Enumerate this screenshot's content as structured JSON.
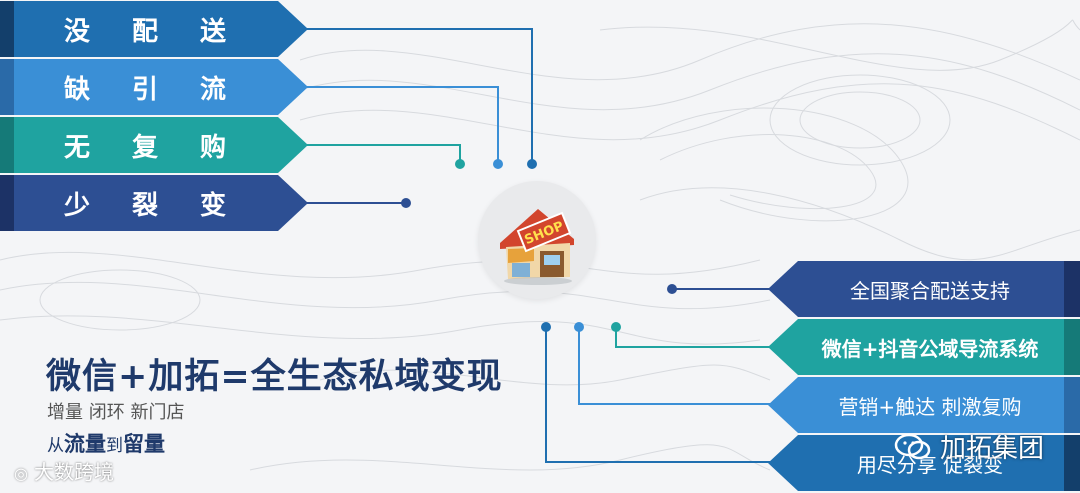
{
  "left_banners": [
    {
      "chars": [
        "没",
        "配",
        "送"
      ],
      "color": "#1f6fb0",
      "edge": "#133f6b"
    },
    {
      "chars": [
        "缺",
        "引",
        "流"
      ],
      "color": "#3a8fd6",
      "edge": "#2a6aa8"
    },
    {
      "chars": [
        "无",
        "复",
        "购"
      ],
      "color": "#1fa3a0",
      "edge": "#157a78"
    },
    {
      "chars": [
        "少",
        "裂",
        "变"
      ],
      "color": "#2d4f93",
      "edge": "#1c3266"
    }
  ],
  "right_banners": [
    {
      "label": "全国聚合配送支持",
      "color": "#2d4f93",
      "edge": "#1c3266",
      "bold": false
    },
    {
      "label": "微信+抖音公域导流系统",
      "color": "#1fa3a0",
      "edge": "#157a78",
      "bold": true
    },
    {
      "label": "营销+触达 刺激复购",
      "color": "#3a8fd6",
      "edge": "#2a6aa8",
      "bold": false
    },
    {
      "label": "用尽分享 促裂变",
      "color": "#1f6fb0",
      "edge": "#133f6b",
      "bold": false
    }
  ],
  "shop_sign": "SHOP",
  "slogan": "微信+加拓=全生态私域变现",
  "subtitle": "增量 闭环 新门店",
  "tagline": {
    "p1": "从",
    "p2": "流量",
    "p3": "到",
    "p4": "留量"
  },
  "watermark_left": "大数跨境",
  "watermark_right": "加拓集团",
  "colors": {
    "navy": "#1f3a6b",
    "gray_text": "#555555",
    "bg": "#f4f5f7"
  }
}
